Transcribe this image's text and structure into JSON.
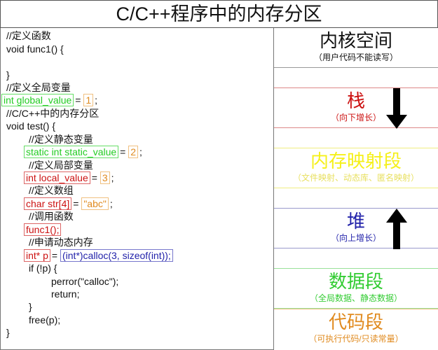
{
  "title": "C/C++程序中的内存分区",
  "code_lines": [
    {
      "indent": 0,
      "segs": [
        {
          "t": "//定义函数"
        }
      ]
    },
    {
      "indent": 0,
      "segs": [
        {
          "t": "void func1() {"
        }
      ]
    },
    {
      "indent": 0,
      "segs": [
        {
          "t": ""
        }
      ]
    },
    {
      "indent": 0,
      "segs": [
        {
          "t": "}"
        }
      ]
    },
    {
      "indent": 0,
      "segs": [
        {
          "t": "//定义全局变量"
        }
      ]
    },
    {
      "indent": 0,
      "segs": [
        {
          "t": "int global_value",
          "c": "#22cc22",
          "b": "#66dd66"
        },
        {
          "t": "= "
        },
        {
          "t": "1",
          "c": "#e08a1e",
          "b": "#f0c080"
        },
        {
          "t": ";"
        }
      ]
    },
    {
      "indent": 0,
      "segs": [
        {
          "t": "//C/C++中的内存分区"
        }
      ]
    },
    {
      "indent": 0,
      "segs": [
        {
          "t": "void test() {"
        }
      ]
    },
    {
      "indent": 1,
      "segs": [
        {
          "t": "//定义静态变量"
        }
      ]
    },
    {
      "indent": 1,
      "segs": [
        {
          "t": "static int static_value",
          "c": "#22cc22",
          "b": "#66dd66"
        },
        {
          "t": "= "
        },
        {
          "t": "2",
          "c": "#e08a1e",
          "b": "#f0c080"
        },
        {
          "t": ";"
        }
      ]
    },
    {
      "indent": 1,
      "segs": [
        {
          "t": "//定义局部变量"
        }
      ]
    },
    {
      "indent": 1,
      "segs": [
        {
          "t": "int local_value",
          "c": "#cc1111",
          "b": "#dd6666"
        },
        {
          "t": "= "
        },
        {
          "t": "3",
          "c": "#e08a1e",
          "b": "#f0c080"
        },
        {
          "t": ";"
        }
      ]
    },
    {
      "indent": 1,
      "segs": [
        {
          "t": "//定义数组"
        }
      ]
    },
    {
      "indent": 1,
      "segs": [
        {
          "t": "char str[4]",
          "c": "#cc1111",
          "b": "#dd6666"
        },
        {
          "t": "= "
        },
        {
          "t": "\"abc\"",
          "c": "#e08a1e",
          "b": "#f0c080"
        },
        {
          "t": ";"
        }
      ]
    },
    {
      "indent": 1,
      "segs": [
        {
          "t": "//调用函数"
        }
      ]
    },
    {
      "indent": 1,
      "segs": [
        {
          "t": "func1();",
          "c": "#cc1111",
          "b": "#dd6666"
        }
      ]
    },
    {
      "indent": 1,
      "segs": [
        {
          "t": "//申请动态内存"
        }
      ]
    },
    {
      "indent": 1,
      "segs": [
        {
          "t": "int* p",
          "c": "#cc1111",
          "b": "#dd6666"
        },
        {
          "t": "= "
        },
        {
          "t": "(int*)calloc(3, sizeof(int));",
          "c": "#2222aa",
          "b": "#7777cc"
        }
      ]
    },
    {
      "indent": 1,
      "segs": [
        {
          "t": "if (!p) {"
        }
      ]
    },
    {
      "indent": 2,
      "segs": [
        {
          "t": "perror(\"calloc\");"
        }
      ]
    },
    {
      "indent": 2,
      "segs": [
        {
          "t": "return;"
        }
      ]
    },
    {
      "indent": 1,
      "segs": [
        {
          "t": "}"
        }
      ]
    },
    {
      "indent": 1,
      "segs": [
        {
          "t": "free(p);"
        }
      ]
    },
    {
      "indent": 0,
      "segs": [
        {
          "t": "}"
        }
      ]
    }
  ],
  "regions": [
    {
      "name": "内核空间",
      "note": "（用户代码不能读写）",
      "color": "#111111",
      "border": "#999999"
    },
    {
      "name": "栈",
      "note": "（向下增长）",
      "color": "#cc1111",
      "border": "#dd8888",
      "arrow": "down"
    },
    {
      "name": "内存映射段",
      "note": "（文件映射、动态库、匿名映射）",
      "color": "#f5f01a",
      "border": "#f0ee80"
    },
    {
      "name": "堆",
      "note": "（向上增长）",
      "color": "#2222aa",
      "border": "#9999cc",
      "arrow": "up"
    },
    {
      "name": "数据段",
      "note": "（全局数据、静态数据）",
      "color": "#33cc33",
      "border": "#99e099"
    },
    {
      "name": "代码段",
      "note": "（可执行代码/只读常量）",
      "color": "#e08a1e",
      "border": "#f0c080"
    }
  ]
}
